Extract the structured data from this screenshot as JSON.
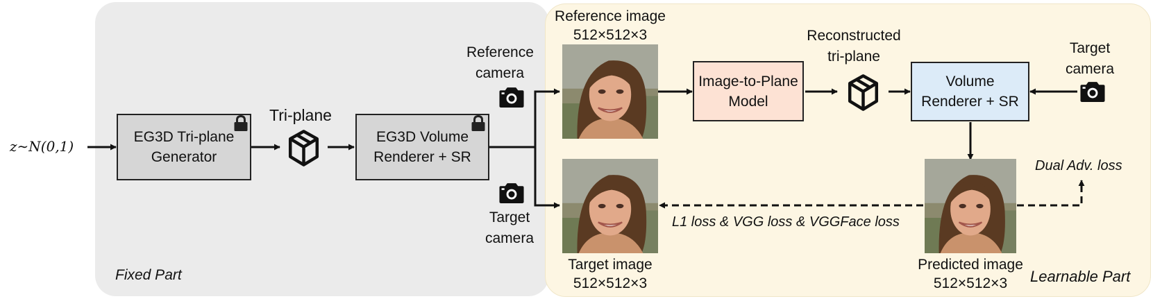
{
  "regions": {
    "fixed": "Fixed Part",
    "learnable": "Learnable Part"
  },
  "input": {
    "noise": "z∼N(0,1)"
  },
  "blocks": {
    "generator": "EG3D Tri-plane\nGenerator",
    "renderer": "EG3D Volume\nRenderer + SR",
    "image_to_plane": "Image-to-Plane\nModel",
    "volume_renderer": "Volume\nRenderer + SR"
  },
  "labels": {
    "triplane": "Tri-plane",
    "reconstructed_line1": "Reconstructed",
    "reconstructed_line2": "tri-plane",
    "ref_camera_line1": "Reference",
    "ref_camera_line2": "camera",
    "tgt_camera_line1": "Target",
    "tgt_camera_line2": "camera",
    "tgt_camera2_line1": "Target",
    "tgt_camera2_line2": "camera"
  },
  "images": {
    "reference_title": "Reference image",
    "reference_dims": "512×512×3",
    "target_title": "Target image",
    "target_dims": "512×512×3",
    "predicted_title": "Predicted image",
    "predicted_dims": "512×512×3"
  },
  "losses": {
    "recon": "L1 loss & VGG loss & VGGFace loss",
    "adv": "Dual Adv. loss"
  },
  "colors": {
    "fixed_bg": "#ebebeb",
    "learnable_bg": "#fdf6e3",
    "frozen_block": "#d6d6d6",
    "image_to_plane": "#fde2d4",
    "volume_renderer": "#dcebf8"
  },
  "icons": [
    "lock-icon",
    "cube-icon",
    "camera-icon",
    "face-image"
  ]
}
